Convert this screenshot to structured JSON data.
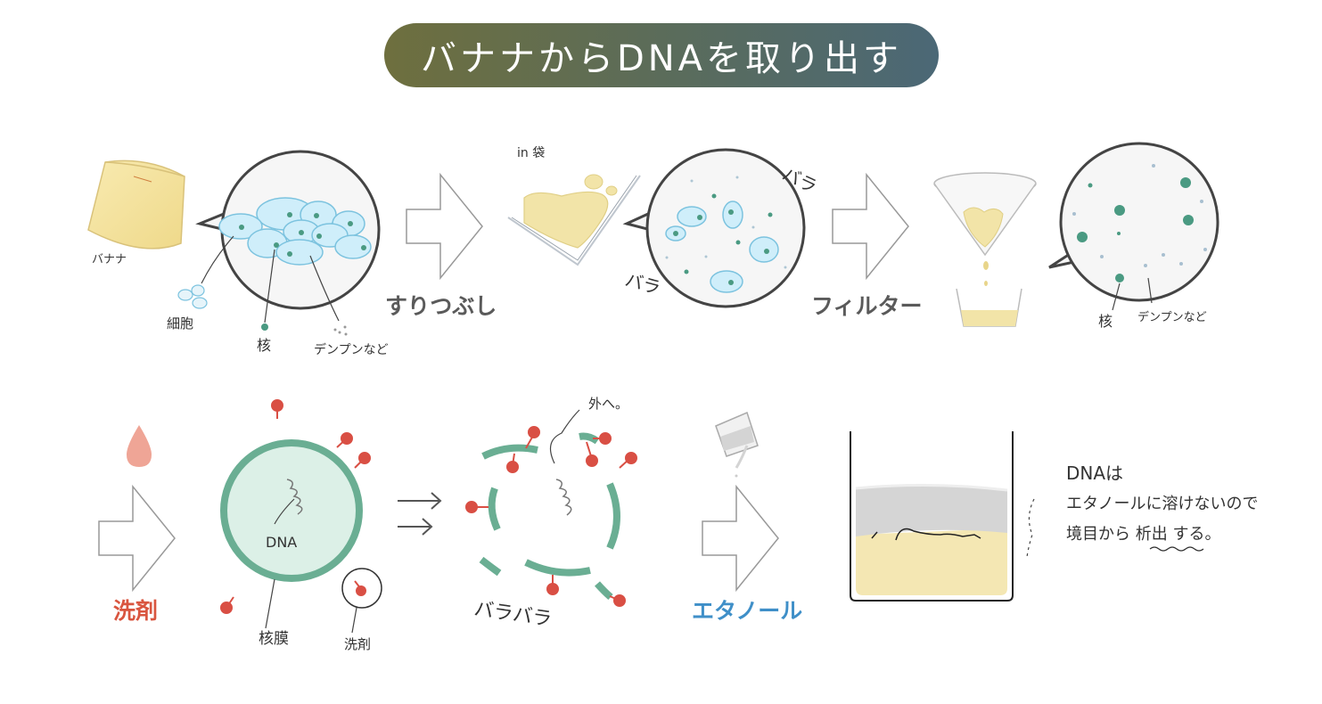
{
  "title": "バナナからDNAを取り出す",
  "steps": {
    "crush_label": "すりつぶし",
    "filter_label": "フィルター",
    "detergent_label": "洗剤",
    "ethanol_label": "エタノール"
  },
  "labels": {
    "banana": "バナナ",
    "cell": "細胞",
    "nucleus": "核",
    "starch": "デンプンなど",
    "in_bag": "in 袋",
    "bara": "バラ",
    "nucleus2": "核",
    "starch2": "デンプンなど",
    "dna": "DNA",
    "nuclear_membrane": "核膜",
    "detergent_small": "洗剤",
    "outside": "外へ。",
    "bara_bara": "バラバラ",
    "note_line1": "DNAは",
    "note_line2": "エタノールに溶けないので",
    "note_line3": "境目から 析出 する。"
  },
  "colors": {
    "title_grad_start": "#6e6f3e",
    "title_grad_end": "#4b6876",
    "crush_label": "#5a5a5a",
    "detergent_label": "#d9553f",
    "ethanol_label": "#3f8fc8",
    "membrane": "#6aae93",
    "detergent_mol": "#d94f44"
  }
}
